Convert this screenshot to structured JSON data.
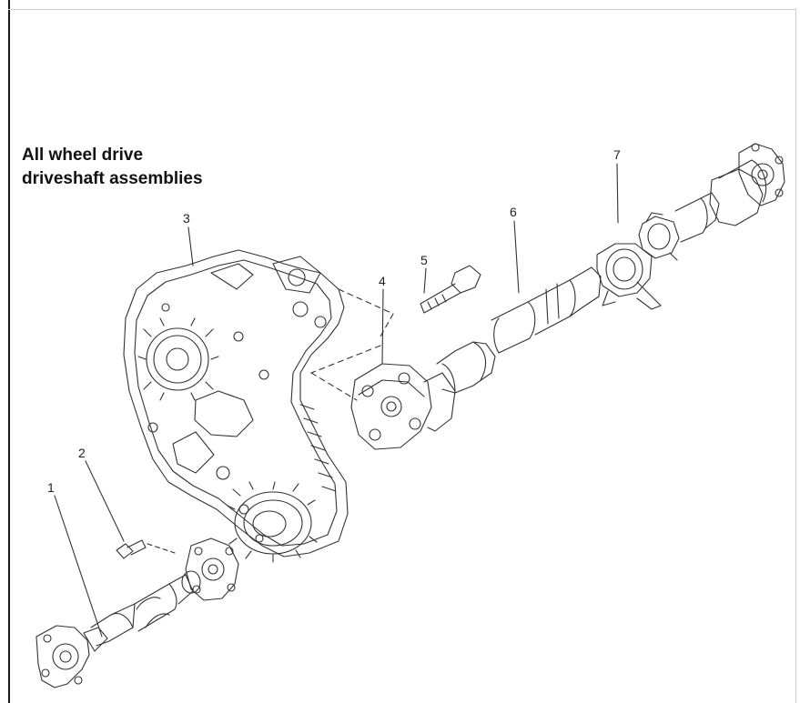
{
  "title": {
    "line1": "All wheel drive",
    "line2": "driveshaft assemblies"
  },
  "callouts": [
    {
      "id": "1",
      "label": "1"
    },
    {
      "id": "2",
      "label": "2"
    },
    {
      "id": "3",
      "label": "3"
    },
    {
      "id": "4",
      "label": "4"
    },
    {
      "id": "5",
      "label": "5"
    },
    {
      "id": "6",
      "label": "6"
    },
    {
      "id": "7",
      "label": "7"
    }
  ]
}
